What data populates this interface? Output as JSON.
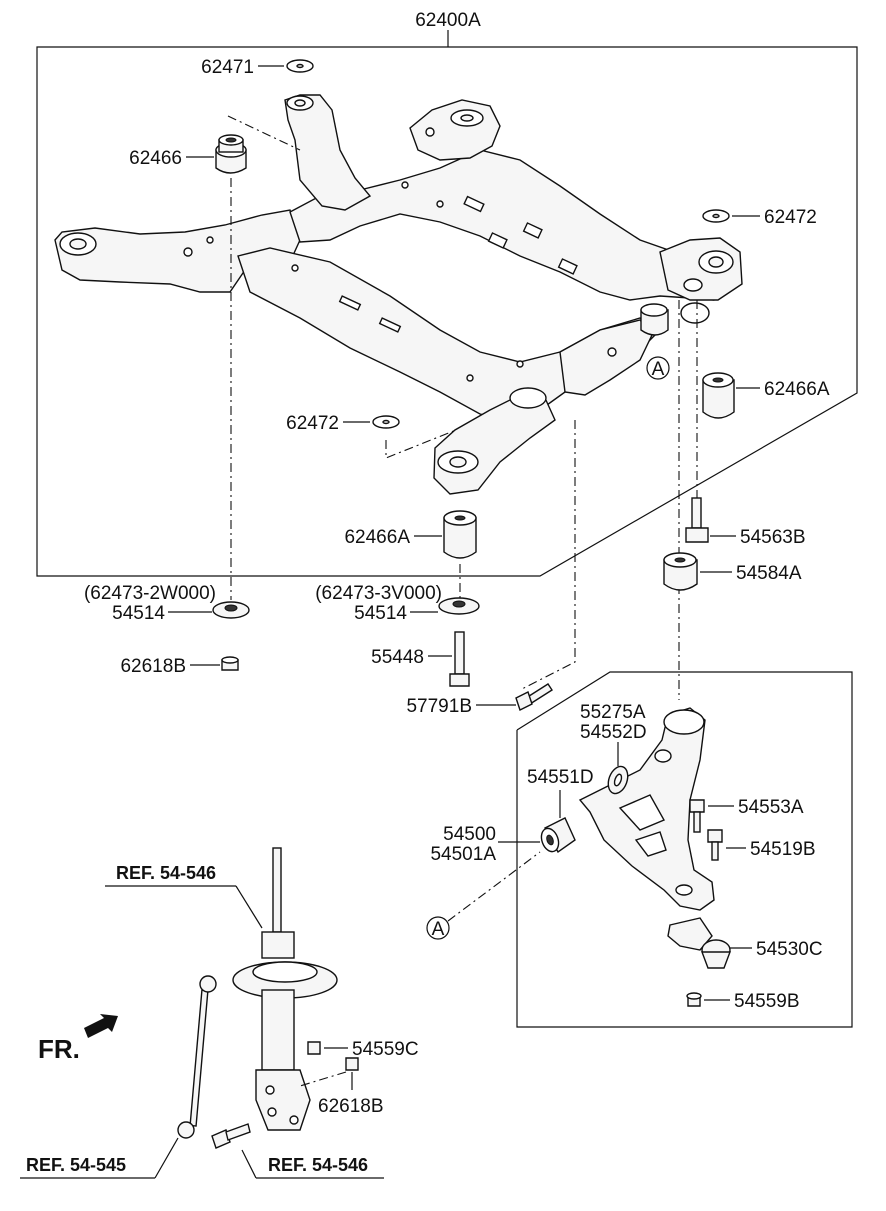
{
  "assembly_label": "62400A",
  "labels": {
    "p62471": "62471",
    "p62466": "62466",
    "p62472_top": "62472",
    "p62466A_right": "62466A",
    "p62472_mid": "62472",
    "p62466A_mid": "62466A",
    "p54563B": "54563B",
    "p54584A": "54584A",
    "alt_left": "(62473-2W000)",
    "p54514_left": "54514",
    "alt_mid": "(62473-3V000)",
    "p54514_mid": "54514",
    "p62618B_left": "62618B",
    "p55448": "55448",
    "p57791B": "57791B",
    "p55275A": "55275A",
    "p54552D": "54552D",
    "p54551D": "54551D",
    "p54500": "54500",
    "p54501A": "54501A",
    "p54553A": "54553A",
    "p54519B": "54519B",
    "p54530C": "54530C",
    "p54559B": "54559B",
    "p54559C": "54559C",
    "p62618B_strut": "62618B"
  },
  "refs": {
    "strut_top": "REF. 54-546",
    "link": "REF. 54-545",
    "strut_bottom": "REF. 54-546"
  },
  "markers": {
    "circle_a_upper": "A",
    "circle_a_lower": "A"
  },
  "direction_label": "FR."
}
